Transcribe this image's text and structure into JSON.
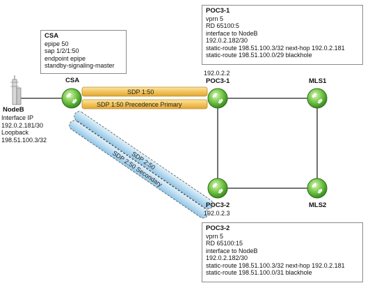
{
  "nodes": {
    "nodeb": {
      "label": "NodeB",
      "info": [
        "Interface IP",
        "192.0.2.181/30",
        "Loopback",
        "198.51.100.3/32"
      ]
    },
    "csa": {
      "label": "CSA"
    },
    "poc3_1": {
      "label": "POC3-1",
      "ip": "192.0.2.2"
    },
    "poc3_2": {
      "label": "POC3-2",
      "ip": "192.0.2.3"
    },
    "mls1": {
      "label": "MLS1"
    },
    "mls2": {
      "label": "MLS2"
    }
  },
  "config_boxes": {
    "csa": {
      "title": "CSA",
      "lines": [
        "epipe 50",
        "sap 1/2/1:50",
        "endpoint epipe",
        "standby-signaling-master"
      ]
    },
    "poc3_1": {
      "title": "POC3-1",
      "lines": [
        "vprn 5",
        "RD 65100:5",
        "interface to NodeB",
        "192.0.2.182/30",
        "static-route 198.51.100.3/32 next-hop 192.0.2.181",
        "static-route 198.51.100.0/29 blackhole"
      ]
    },
    "poc3_2": {
      "title": "POC3-2",
      "lines": [
        "vprn 5",
        "RD 65100:15",
        "interface to NodeB",
        "192.0.2.182/30",
        "static-route 198.51.100.3/32 next-hop 192.0.2.181",
        "static-route 198.51.100.0/31 blackhole"
      ]
    }
  },
  "tunnels": {
    "sdp_primary_1": "SDP 1:50",
    "sdp_primary_2": "SDP 1:50 Precedence Primary",
    "sdp_secondary_1": "SDP 2:50",
    "sdp_secondary_2": "SDP 2:50 Secondary"
  },
  "colors": {
    "primary_tunnel": "#f3c45a",
    "secondary_tunnel": "#b9dcf1",
    "router": "#5fbf3a",
    "link": "#222222"
  }
}
